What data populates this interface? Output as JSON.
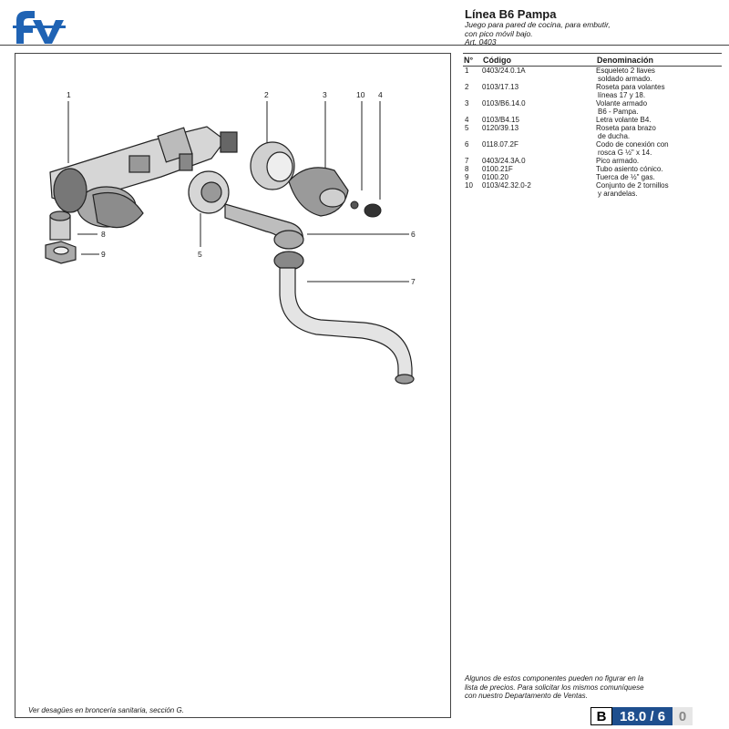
{
  "header": {
    "title": "Línea B6 Pampa",
    "subtitle_lines": [
      "Juego para pared de cocina, para embutir,",
      "con pico móvil bajo.",
      "Art. 0403"
    ]
  },
  "table": {
    "headers": [
      "N°",
      "Código",
      "Denominación"
    ],
    "rows": [
      {
        "n": "1",
        "code": "0403/24.0.1A",
        "desc": [
          "Esqueleto 2 llaves",
          "soldado armado."
        ]
      },
      {
        "n": "2",
        "code": "0103/17.13",
        "desc": [
          "Roseta para volantes",
          "líneas 17 y 18."
        ]
      },
      {
        "n": "3",
        "code": "0103/B6.14.0",
        "desc": [
          "Volante armado",
          "B6 - Pampa."
        ]
      },
      {
        "n": "4",
        "code": "0103/B4.15",
        "desc": [
          "Letra volante B4."
        ]
      },
      {
        "n": "5",
        "code": "0120/39.13",
        "desc": [
          "Roseta para brazo",
          "de ducha."
        ]
      },
      {
        "n": "6",
        "code": "0118.07.2F",
        "desc": [
          "Codo de conexión con",
          "rosca G ½\" x 14."
        ]
      },
      {
        "n": "7",
        "code": "0403/24.3A.0",
        "desc": [
          "Pico armado."
        ]
      },
      {
        "n": "8",
        "code": "0100.21F",
        "desc": [
          "Tubo asiento cónico."
        ]
      },
      {
        "n": "9",
        "code": "0100.20",
        "desc": [
          "Tuerca de ½\" gas."
        ]
      },
      {
        "n": "10",
        "code": "0103/42.32.0-2",
        "desc": [
          "Conjunto de 2 tornillos",
          "y arandelas."
        ]
      }
    ]
  },
  "diagram": {
    "callouts": [
      "1",
      "2",
      "3",
      "10",
      "4",
      "8",
      "9",
      "5",
      "6",
      "7"
    ]
  },
  "footer": {
    "left_note": "Ver desagües en broncería sanitaria, sección G.",
    "right_note_lines": [
      "Algunos de estos componentes pueden no figurar en la",
      "lista de precios. Para solicitar los mismos comuníquese",
      "con nuestro Departamento de Ventas."
    ],
    "page_letter": "B",
    "page_number": "18.0 / 6",
    "page_sub": "0"
  },
  "colors": {
    "logo_blue": "#1f63b4",
    "page_code_blue": "#1f4f8e"
  }
}
